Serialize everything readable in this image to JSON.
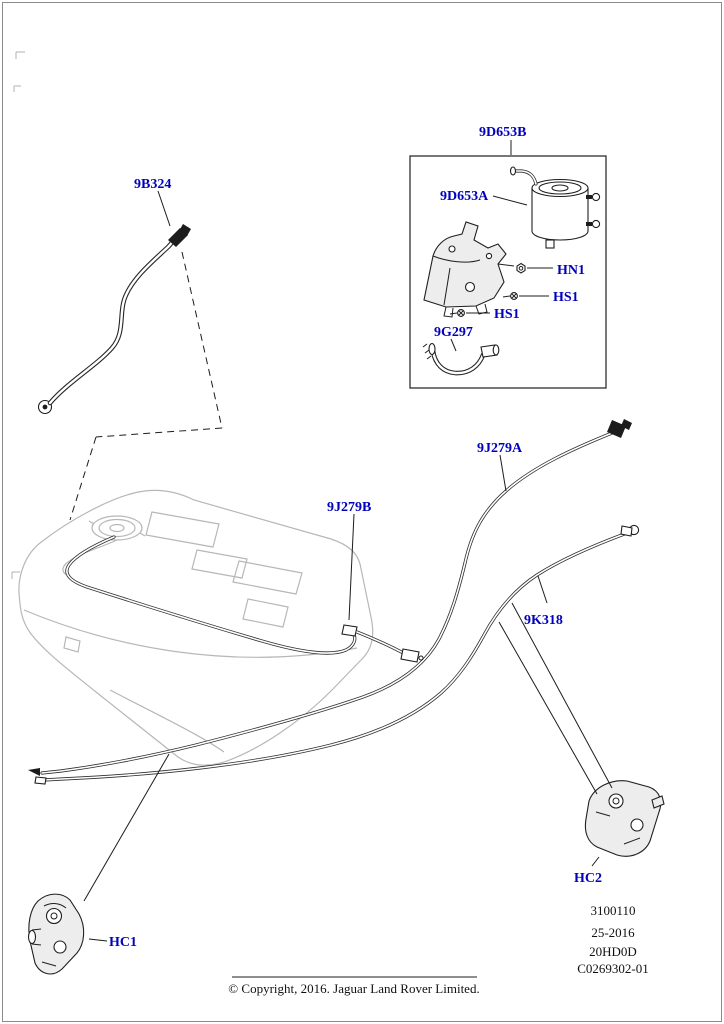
{
  "colors": {
    "label_blue": "#0000bd",
    "line_black": "#1c1c1c",
    "tank_gray": "#b7b7b7"
  },
  "labels": {
    "pipe_9b324": "9B324",
    "assembly_9d653b": "9D653B",
    "canister_9d653a": "9D653A",
    "nut_hn1": "HN1",
    "screw_hs1_upper": "HS1",
    "screw_hs1_lower": "HS1",
    "hose_9g297": "9G297",
    "pipe_9j279a": "9J279A",
    "pipe_9j279b": "9J279B",
    "pipe_9k318": "9K318",
    "clip_hc1": "HC1",
    "clip_hc2": "HC2"
  },
  "doc_info": {
    "lines": [
      "3100110",
      "25-2016",
      "20HD0D",
      "C0269302-01"
    ]
  },
  "footer": {
    "copyright": "© Copyright, 2016. Jaguar Land Rover Limited."
  }
}
